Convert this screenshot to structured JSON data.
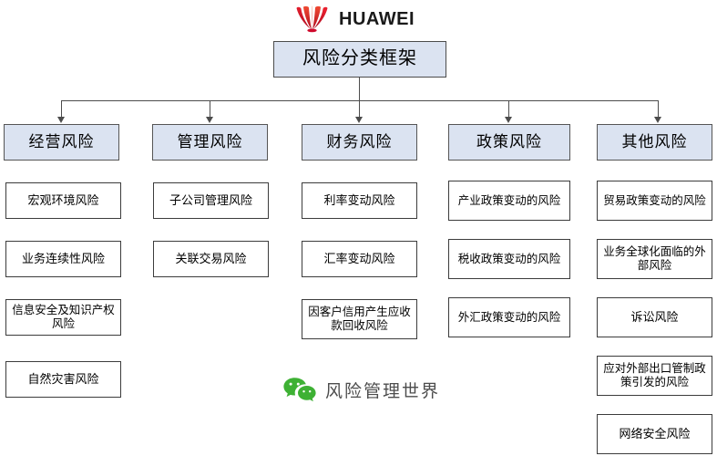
{
  "brand": {
    "logo_icon": "huawei-flower-icon",
    "wordmark": "HUAWEI",
    "logo_color": "#cf0a2c"
  },
  "diagram": {
    "type": "org-tree",
    "root": {
      "label": "风险分类框架"
    },
    "columns": [
      {
        "header": "经营风险",
        "items": [
          "宏观环境风险",
          "业务连续性风险",
          "信息安全及知识产权风险",
          "自然灾害风险"
        ]
      },
      {
        "header": "管理风险",
        "items": [
          "子公司管理风险",
          "关联交易风险"
        ]
      },
      {
        "header": "财务风险",
        "items": [
          "利率变动风险",
          "汇率变动风险",
          "因客户信用产生应收款回收风险"
        ]
      },
      {
        "header": "政策风险",
        "items": [
          "产业政策变动的风险",
          "税收政策变动的风险",
          "外汇政策变动的风险"
        ]
      },
      {
        "header": "其他风险",
        "items": [
          "贸易政策变动的风险",
          "业务全球化面临的外部风险",
          "诉讼风险",
          "应对外部出口管制政策引发的风险",
          "网络安全风险"
        ]
      }
    ]
  },
  "watermark": {
    "icon": "wechat-icon",
    "label": "风险管理世界",
    "color": "#3eb134"
  },
  "colors": {
    "node_fill": "#dbe3f1",
    "node_border": "#4c4c4c",
    "leaf_fill": "#ffffff",
    "leaf_border": "#3c3c3c",
    "background": "#ffffff"
  }
}
